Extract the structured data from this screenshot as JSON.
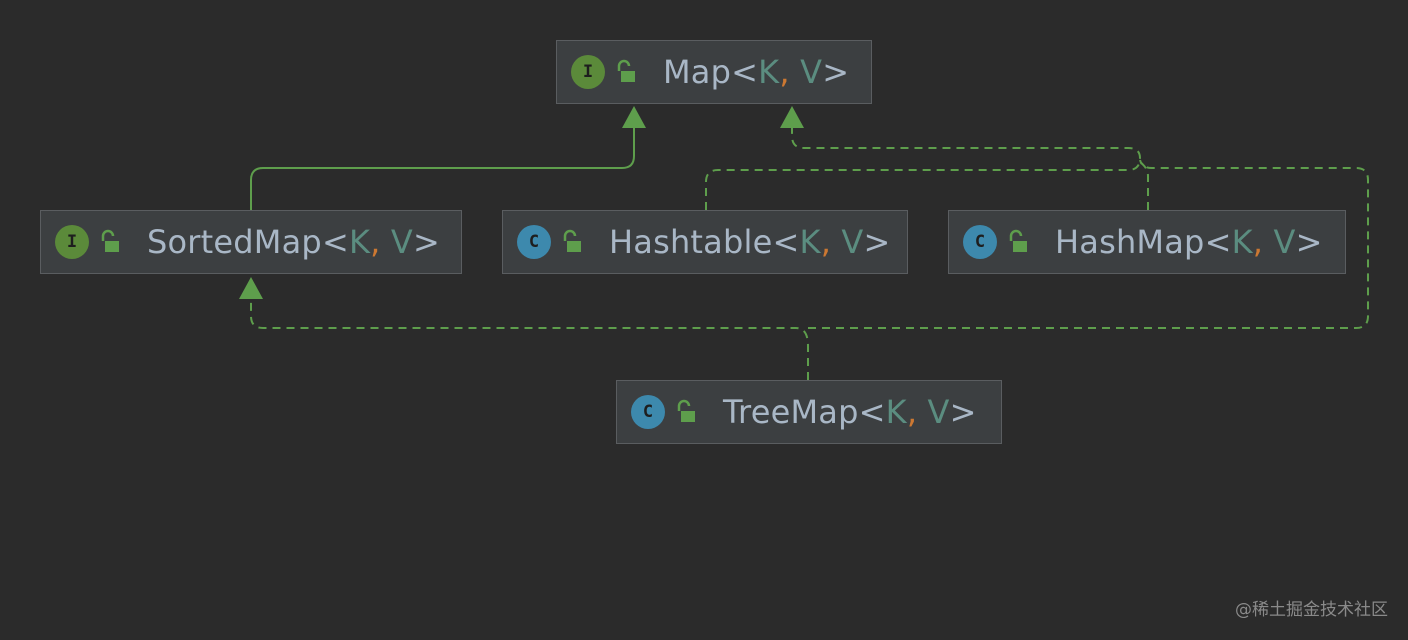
{
  "nodes": {
    "map": {
      "name": "Map",
      "kind": "interface",
      "badge": "I",
      "lt": "<",
      "p1": "K",
      "comma": ",",
      "p2": " V",
      "gt": ">"
    },
    "sortedmap": {
      "name": "SortedMap",
      "kind": "interface",
      "badge": "I",
      "lt": "<",
      "p1": "K",
      "comma": ",",
      "p2": " V",
      "gt": ">"
    },
    "hashtable": {
      "name": "Hashtable",
      "kind": "class",
      "badge": "C",
      "lt": "<",
      "p1": "K",
      "comma": ",",
      "p2": " V",
      "gt": ">"
    },
    "hashmap": {
      "name": "HashMap",
      "kind": "class",
      "badge": "C",
      "lt": "<",
      "p1": "K",
      "comma": ",",
      "p2": " V",
      "gt": ">"
    },
    "treemap": {
      "name": "TreeMap",
      "kind": "class",
      "badge": "C",
      "lt": "<",
      "p1": "K",
      "comma": ",",
      "p2": " V",
      "gt": ">"
    }
  },
  "edges": [
    {
      "from": "SortedMap",
      "to": "Map",
      "relation": "extends",
      "style": "solid"
    },
    {
      "from": "Hashtable",
      "to": "Map",
      "relation": "implements",
      "style": "dashed"
    },
    {
      "from": "HashMap",
      "to": "Map",
      "relation": "implements",
      "style": "dashed"
    },
    {
      "from": "TreeMap",
      "to": "SortedMap",
      "relation": "implements",
      "style": "dashed"
    }
  ],
  "colors": {
    "background": "#2b2b2b",
    "node_fill": "#3c3f41",
    "edge": "#5e9e4c",
    "interface_badge": "#5b8a3a",
    "class_badge": "#3d89ad",
    "type_param": "#5b8d80",
    "comma": "#cc7832"
  },
  "watermark": "@稀土掘金技术社区"
}
